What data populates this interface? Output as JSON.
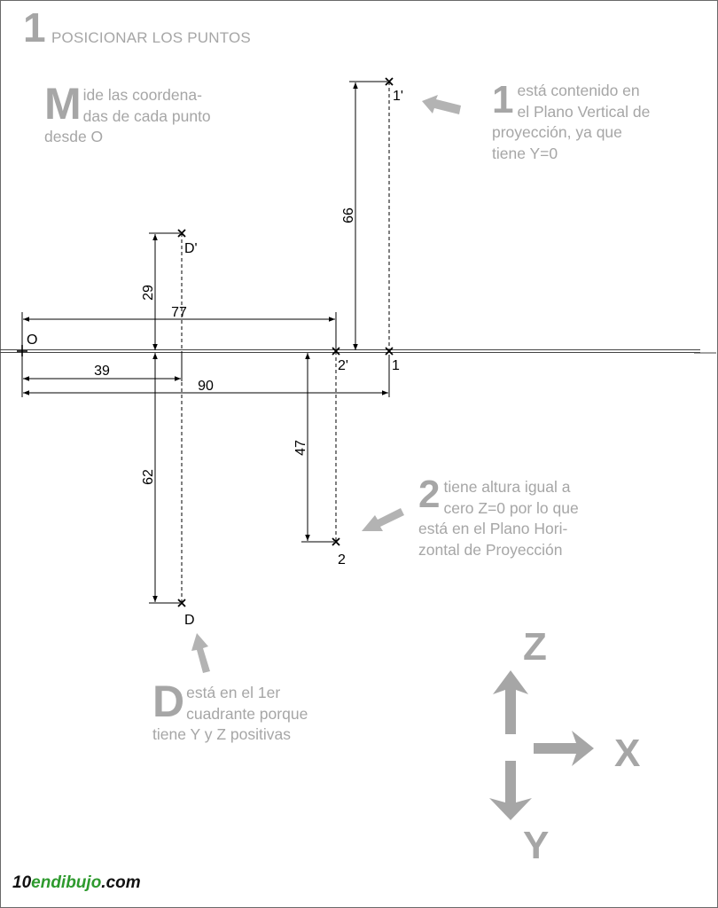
{
  "header": {
    "number": "1",
    "title": "POSICIONAR LOS PUNTOS"
  },
  "notes": {
    "m": {
      "cap": "M",
      "text": "ide las coordena-\ndas de cada punto\ndesde O"
    },
    "one": {
      "cap": "1",
      "text": "está contenido en\nel Plano Vertical de\nproyección, ya que\ntiene Y=0"
    },
    "two": {
      "cap": "2",
      "text": "tiene altura igual a\ncero Z=0 por lo que\nestá en el Plano Hori-\nzontal de Proyección"
    },
    "d": {
      "cap": "D",
      "text": "está en el 1er\ncuadrante porque\ntiene Y y Z positivas"
    }
  },
  "points": {
    "origin": "O",
    "d_prime": "D'",
    "d": "D",
    "one_prime": "1'",
    "one": "1",
    "two_prime": "2'",
    "two": "2"
  },
  "dimensions": {
    "d_z": "29",
    "d_x": "39",
    "d_y": "62",
    "two_x": "77",
    "two_y": "47",
    "one_z": "66",
    "one_x": "90"
  },
  "axes": {
    "z": "Z",
    "x": "X",
    "y": "Y"
  },
  "logo": {
    "prefix": "10",
    "green": "endibujo",
    "suffix": ".com"
  },
  "colors": {
    "annotation": "#a6a6a6",
    "line": "#000000",
    "logo_green": "#2e9a2e"
  }
}
